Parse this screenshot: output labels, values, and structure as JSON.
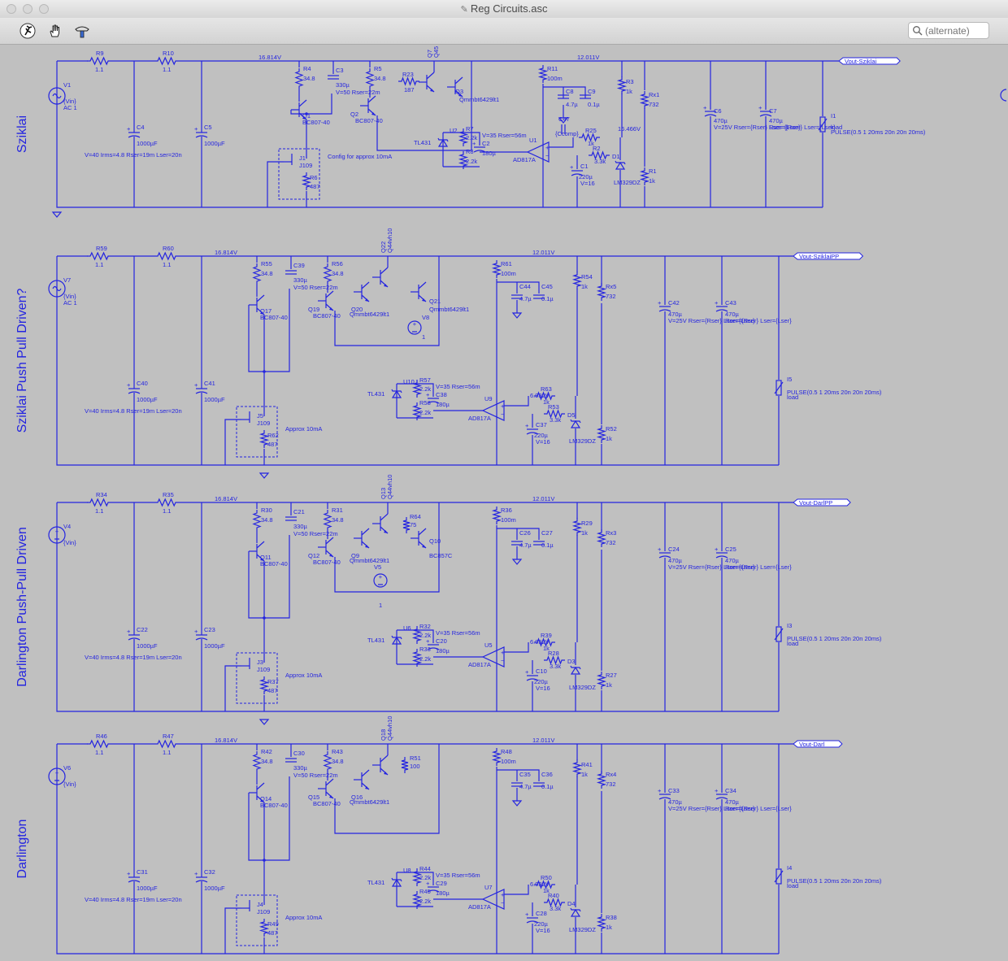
{
  "window": {
    "title": "Reg Circuits.asc"
  },
  "toolbar": {
    "tools": [
      {
        "name": "run-icon"
      },
      {
        "name": "pan-hand-icon"
      },
      {
        "name": "probe-icon"
      }
    ],
    "search_placeholder": "(alternate)"
  },
  "colors": {
    "wire": "#2424e0",
    "background": "#c0c0c0"
  },
  "common": {
    "v_label": "{Vin}",
    "ac": "AC 1",
    "r_in1": "1.1",
    "r_in2": "1.1",
    "c_in_val": "1000µF",
    "c_in_param": "V=40 Irms=4.8 Rser=19m Lser=20n",
    "node_in": "16.814V",
    "node_out": "12.011V",
    "r_top": "34.8",
    "c_miller_val": "330µ",
    "c_miller_param": "V=50 Rser=22m",
    "q_pnp": "BC807-40",
    "jfet": "J109",
    "r_jfet": "487",
    "approx": "Approx 10mA",
    "r_zener_top": "2.2k",
    "r_zener_bot": "2.2k",
    "c_tl_val": "180µ",
    "c_tl_param": "V=35 Rser=56m",
    "tl431": "TL431",
    "opamp": "AD817A",
    "r_100m": "100m",
    "c_47u": "4.7µ",
    "c_01u": "0.1µ",
    "r_1k": "1k",
    "r_732": "732",
    "c_out_val": "470µ",
    "c_out_param": "V=25V Rser={Rser} Lser={Lser}",
    "c_out2_val": "470µ",
    "c_out2_param": "Rser={Rser} Lser={Lser}",
    "pulse": "PULSE(0.5 1 20ms 20n 20n 20ms)",
    "load": "load",
    "r_33k": "3.3k",
    "zener": "LM329DZ",
    "c_220": "220µ",
    "c_220_param": "V=16",
    "node_ref": "6.932V",
    "v_dc": "1"
  },
  "sections": [
    {
      "title": "Sziklai",
      "out_label": "Vout-Sziklai",
      "refs": {
        "V": "V1",
        "Ra": "R9",
        "Rb": "R10",
        "Ca": "C4",
        "Cb": "C5",
        "R1": "R4",
        "C1": "C3",
        "R2": "R5",
        "Q1": "Q1",
        "Q2": "Q2",
        "J": "J1",
        "RJ": "R6",
        "U2": "U2",
        "R7": "R7",
        "R8": "R8",
        "C2": "C2",
        "U1": "U1",
        "R11": "R11",
        "C8": "C8",
        "C9": "C9",
        "R3": "R3",
        "Rx": "Rx1",
        "R1x": "R1",
        "C6": "C6",
        "C7": "C7",
        "I": "I1",
        "D": "D1",
        "Cd": "C1",
        "R25": "R25",
        "R2x": "R2",
        "C47": "C47",
        "R23": "R23",
        "Q3": "Q3",
        "Q7": "Q7"
      },
      "extra": {
        "r23_val": "187",
        "q3_model": "Qmmbt6429lt1",
        "q7_model": "Q45",
        "c47_val": "{Ccomp}",
        "node_mid": "16.466V",
        "r25_val": "1k",
        "config": "Config for approx 10mA"
      }
    },
    {
      "title": "Sziklai Push Pull Driven?",
      "out_label": "Vout-SziklaiPP",
      "refs": {
        "V": "V7",
        "Ra": "R59",
        "Rb": "R60",
        "Ca": "C40",
        "Cb": "C41",
        "R1": "R55",
        "C1": "C39",
        "R2": "R56",
        "Q1": "Q17",
        "Q2": "Q19",
        "J": "J5",
        "RJ": "R62",
        "U2": "U10",
        "R7": "R57",
        "R8": "R58",
        "C2": "C38",
        "U1": "U9",
        "R11": "R61",
        "C8": "C44",
        "C9": "C45",
        "R3": "R54",
        "Rx": "Rx5",
        "R1x": "R52",
        "C6": "C42",
        "C7": "C43",
        "I": "I5",
        "D": "D5",
        "Cd": "C37",
        "R25": "R63",
        "R2x": "R53",
        "Q3": "Q20",
        "Q4": "Q21",
        "Q7": "Q22",
        "Vs": "V8"
      },
      "extra": {
        "q_top": "Q44vh10",
        "q3_model": "Qmmbt6429lt1",
        "q4_model": "Qmmbt6429lt1"
      }
    },
    {
      "title": "Darlington Push-Pull Driven",
      "out_label": "Vout-DarlPP",
      "refs": {
        "V": "V4",
        "Ra": "R34",
        "Rb": "R35",
        "Ca": "C22",
        "Cb": "C23",
        "R1": "R30",
        "C1": "C21",
        "R2": "R31",
        "Q1": "Q11",
        "Q2": "Q12",
        "J": "J3",
        "RJ": "R37",
        "U2": "U6",
        "R7": "R32",
        "R8": "R33",
        "C2": "C20",
        "U1": "U5",
        "R11": "R36",
        "C8": "C26",
        "C9": "C27",
        "R3": "R29",
        "Rx": "Rx3",
        "R1x": "R27",
        "C6": "C24",
        "C7": "C25",
        "I": "I3",
        "D": "D3",
        "Cd": "C10",
        "R25": "R39",
        "R2x": "R28",
        "Q3": "Q9",
        "Q4": "Q10",
        "Q7": "Q13",
        "Vs": "V5",
        "R64": "R64"
      },
      "extra": {
        "q_top": "Q44vh10",
        "q3_model": "Qmmbt6429lt1",
        "q4_model": "BC857C",
        "r64_val": "75"
      }
    },
    {
      "title": "Darlington",
      "out_label": "Vout-Darl",
      "refs": {
        "V": "V6",
        "Ra": "R46",
        "Rb": "R47",
        "Ca": "C31",
        "Cb": "C32",
        "R1": "R42",
        "C1": "C30",
        "R2": "R43",
        "Q1": "Q14",
        "Q2": "Q15",
        "J": "J4",
        "RJ": "R49",
        "U2": "U8",
        "R7": "R44",
        "R8": "R45",
        "C2": "C29",
        "U1": "U7",
        "R11": "R48",
        "C8": "C35",
        "C9": "C36",
        "R3": "R41",
        "Rx": "Rx4",
        "R1x": "R38",
        "C6": "C33",
        "C7": "C34",
        "I": "I4",
        "D": "D4",
        "Cd": "C28",
        "R25": "R50",
        "R2x": "R40",
        "Q3": "Q16",
        "Q7": "Q18",
        "R51": "R51"
      },
      "extra": {
        "q_top": "Q44vh10",
        "q3_model": "Qmmbt6429lt1",
        "r51_val": "100"
      }
    }
  ]
}
